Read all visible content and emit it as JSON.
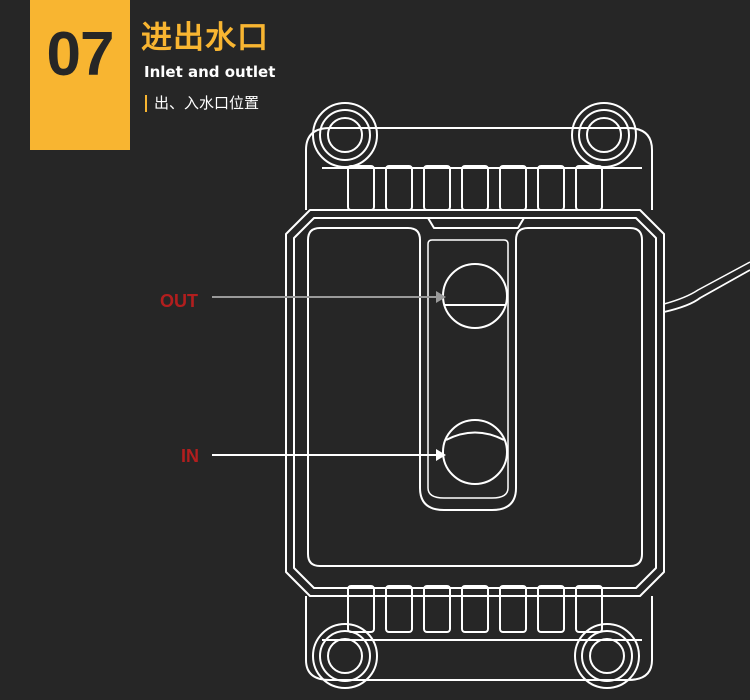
{
  "badge": {
    "number": "07"
  },
  "heading": {
    "title_cn": "进出水口",
    "title_en": "Inlet and outlet",
    "subtitle": "出、入水口位置"
  },
  "labels": {
    "out": "OUT",
    "in": "IN"
  },
  "colors": {
    "background": "#262626",
    "accent": "#f8b531",
    "label_red": "#b21e1e",
    "line_white": "#ffffff",
    "arrow_gray": "#9a9a9a"
  }
}
